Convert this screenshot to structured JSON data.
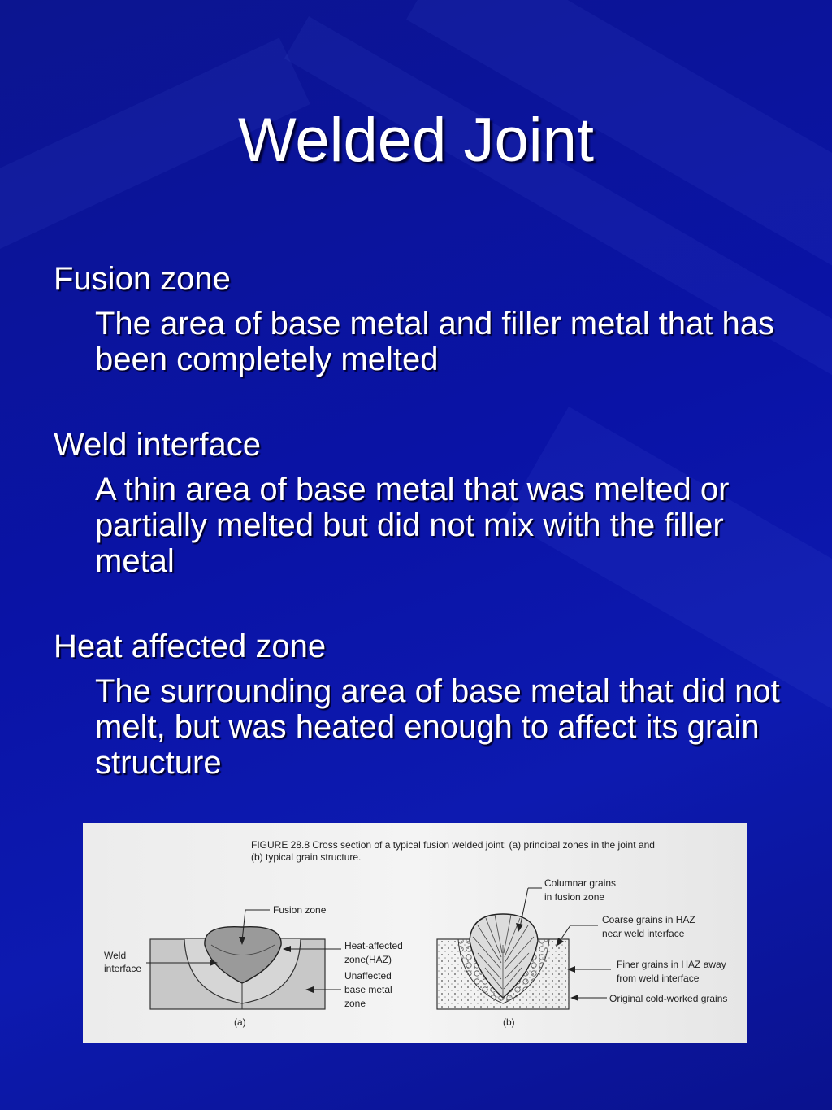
{
  "slide": {
    "title": "Welded Joint",
    "sections": [
      {
        "term": "Fusion zone",
        "definition": "The area of base metal and filler metal that has been completely melted"
      },
      {
        "term": "Weld interface",
        "definition": "A thin area of base metal that was melted or partially melted but did not mix with the filler metal"
      },
      {
        "term": "Heat affected zone",
        "definition": "The surrounding area of base metal that did not melt, but was heated enough to affect its grain structure"
      }
    ]
  },
  "figure": {
    "caption_line1": "FIGURE 28.8    Cross section of a typical fusion welded joint: (a) principal zones in the joint and",
    "caption_line2": "(b) typical grain structure.",
    "a_labels": {
      "fusion_zone": "Fusion zone",
      "weld_interface_1": "Weld",
      "weld_interface_2": "interface",
      "haz_1": "Heat-affected",
      "haz_2": "zone(HAZ)",
      "unaffected_1": "Unaffected",
      "unaffected_2": "base metal",
      "unaffected_3": "zone",
      "panel": "(a)"
    },
    "b_labels": {
      "columnar_1": "Columnar grains",
      "columnar_2": "in fusion zone",
      "coarse_1": "Coarse grains in HAZ",
      "coarse_2": "near weld interface",
      "finer_1": "Finer grains in HAZ away",
      "finer_2": "from weld interface",
      "original": "Original cold-worked grains",
      "panel": "(b)"
    }
  },
  "colors": {
    "background": "#0a13a6",
    "text": "#ffffff",
    "figure_bg": "#f0f0f0"
  }
}
